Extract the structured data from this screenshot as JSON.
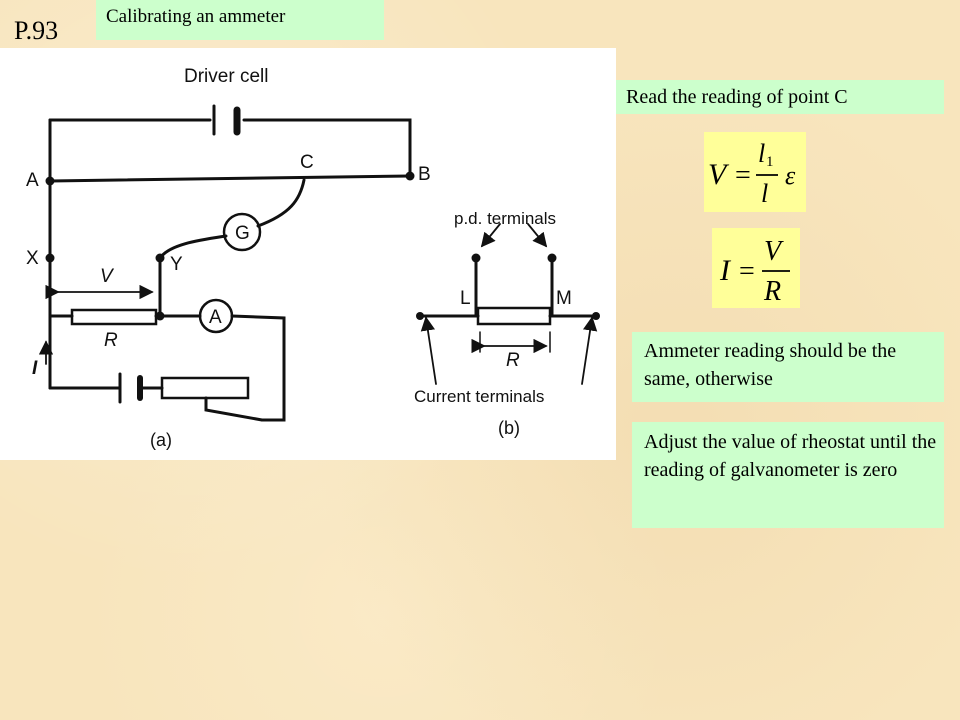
{
  "slide": {
    "number": "P.93",
    "title": "Calibrating an ammeter"
  },
  "figure": {
    "labels": {
      "driver_cell": "Driver cell",
      "a": "A",
      "b": "B",
      "c": "C",
      "x": "X",
      "y": "Y",
      "v": "V",
      "r": "R",
      "i": "I",
      "g": "G",
      "ammeter": "A",
      "part_a": "(a)",
      "pd_terminals": "p.d. terminals",
      "l": "L",
      "m": "M",
      "r_b": "R",
      "current_terminals": "Current terminals",
      "part_b": "(b)"
    }
  },
  "notes": {
    "read_point_c": "Read the reading of point C",
    "should_be_same": "Ammeter reading should be the same, otherwise",
    "adjust_rheostat": "Adjust the value of rheostat until the reading of galvanometer is zero"
  },
  "formulas": {
    "v": {
      "lhs": "V",
      "eq": "=",
      "num": "l",
      "num_sub": "1",
      "den": "l",
      "factor": "ε"
    },
    "i": {
      "lhs": "I",
      "eq": "=",
      "num": "V",
      "den": "R"
    }
  }
}
